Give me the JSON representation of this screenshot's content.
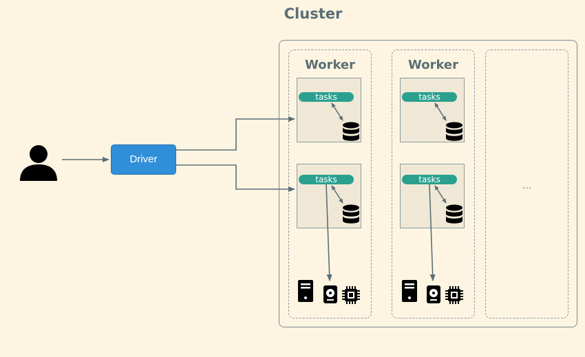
{
  "cluster": {
    "title": "Cluster"
  },
  "driver": {
    "label": "Driver"
  },
  "workers": [
    {
      "label": "Worker",
      "executors": [
        {
          "tasks_label": "tasks"
        },
        {
          "tasks_label": "tasks"
        }
      ]
    },
    {
      "label": "Worker",
      "executors": [
        {
          "tasks_label": "tasks"
        },
        {
          "tasks_label": "tasks"
        }
      ]
    }
  ],
  "more_workers": {
    "label": "..."
  },
  "icons": [
    "user-icon",
    "database-icon",
    "server-icon",
    "disk-icon",
    "cpu-icon"
  ],
  "colors": {
    "background": "#fdf5e2",
    "driver": "#2f8fd8",
    "tasks": "#2ba08f",
    "stroke": "#5c6e75"
  }
}
